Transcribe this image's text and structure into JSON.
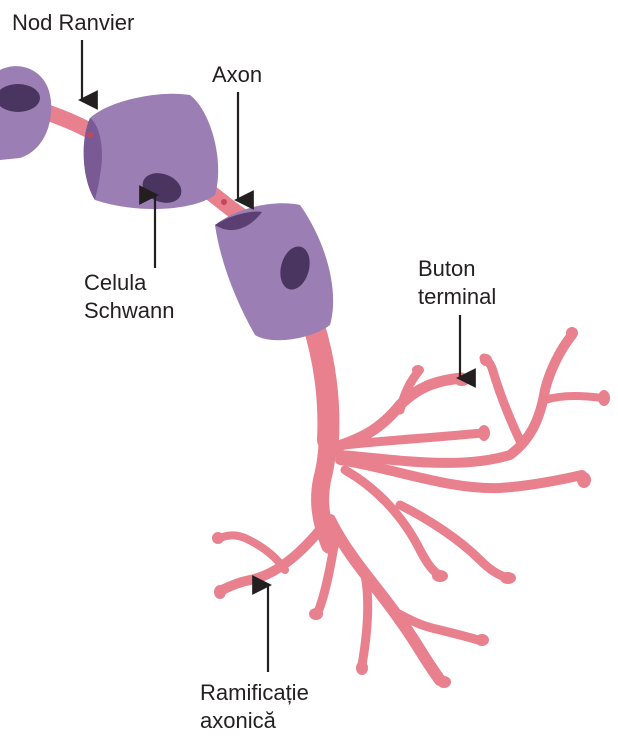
{
  "labels": {
    "node_of_ranvier": "Nod Ranvier",
    "axon": "Axon",
    "schwann_cell_line1": "Celula",
    "schwann_cell_line2": "Schwann",
    "terminal_button_line1": "Buton",
    "terminal_button_line2": "terminal",
    "axon_branching_line1": "Ramificație",
    "axon_branching_line2": "axonică"
  },
  "colors": {
    "axon": "#e8808e",
    "myelin_sheath": "#9b7fb4",
    "nucleus": "#4a3460",
    "label_text": "#231f20"
  }
}
